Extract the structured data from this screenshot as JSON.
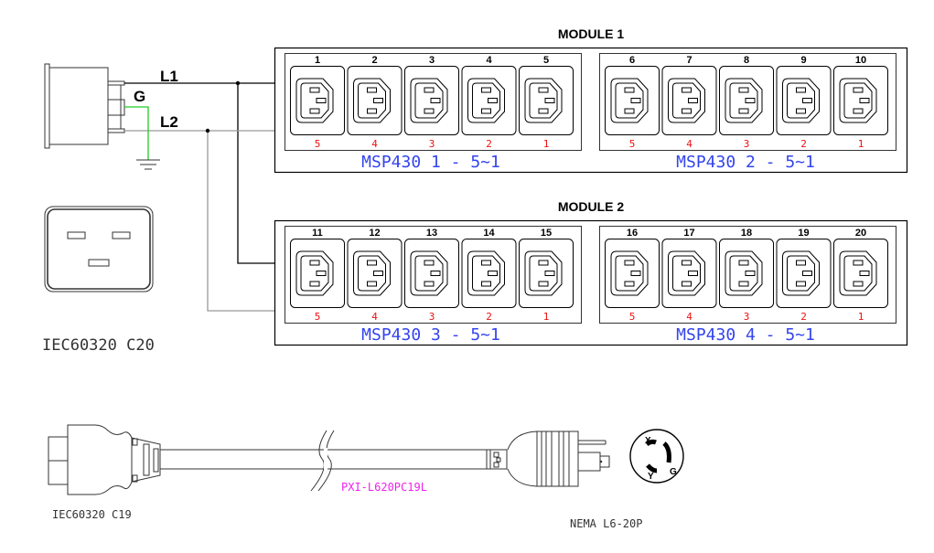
{
  "modules": [
    {
      "title": "MODULE 1",
      "groups": [
        {
          "label": "MSP430 1 - 5~1",
          "outlets": [
            "1",
            "2",
            "3",
            "4",
            "5"
          ],
          "sub_labels": [
            "5",
            "4",
            "3",
            "2",
            "1"
          ]
        },
        {
          "label": "MSP430 2 - 5~1",
          "outlets": [
            "6",
            "7",
            "8",
            "9",
            "10"
          ],
          "sub_labels": [
            "5",
            "4",
            "3",
            "2",
            "1"
          ]
        }
      ]
    },
    {
      "title": "MODULE 2",
      "groups": [
        {
          "label": "MSP430 3 - 5~1",
          "outlets": [
            "11",
            "12",
            "13",
            "14",
            "15"
          ],
          "sub_labels": [
            "5",
            "4",
            "3",
            "2",
            "1"
          ]
        },
        {
          "label": "MSP430 4 - 5~1",
          "outlets": [
            "16",
            "17",
            "18",
            "19",
            "20"
          ],
          "sub_labels": [
            "5",
            "4",
            "3",
            "2",
            "1"
          ]
        }
      ]
    }
  ],
  "inlet": {
    "line1_label": "L1",
    "ground_label": "G",
    "line2_label": "L2",
    "connector_label": "IEC60320 C20"
  },
  "cable": {
    "c19_label": "IEC60320 C19",
    "part_number": "PXI-L620PC19L",
    "plug_label": "NEMA L6-20P",
    "pin_labels": {
      "x": "X",
      "y": "Y",
      "g": "G"
    }
  },
  "colors": {
    "line": "#000000",
    "neutral_wire": "#999999",
    "ground_wire": "#22cc22",
    "group_label": "#3344ee",
    "sub_label": "#ee1111",
    "part_number": "#ee22ee"
  }
}
